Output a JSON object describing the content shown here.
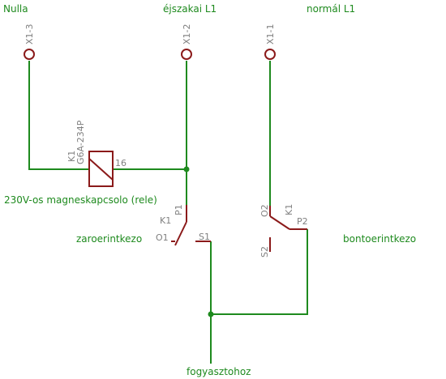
{
  "terminals": {
    "t1": {
      "name": "X1-3",
      "label": "Nulla"
    },
    "t2": {
      "name": "X1-2",
      "label": "éjszakai L1"
    },
    "t3": {
      "name": "X1-1",
      "label": "normál L1"
    }
  },
  "relay": {
    "designator": "K1",
    "part": "G6A-234P",
    "pin": "16",
    "description": "230V-os magneskapcsolo (rele)"
  },
  "switch_no": {
    "designator": "K1",
    "pin_p": "P1",
    "pin_o": "O1",
    "pin_s": "S1",
    "label": "zaroerintkezo"
  },
  "switch_nc": {
    "designator": "K1",
    "pin_o": "O2",
    "pin_p": "P2",
    "pin_s": "S2",
    "label": "bontoerintkezo"
  },
  "output": {
    "label": "fogyasztohoz"
  },
  "colors": {
    "wire": "#1e8a1e",
    "part": "#8b1a1a",
    "pin_text": "#808080"
  }
}
